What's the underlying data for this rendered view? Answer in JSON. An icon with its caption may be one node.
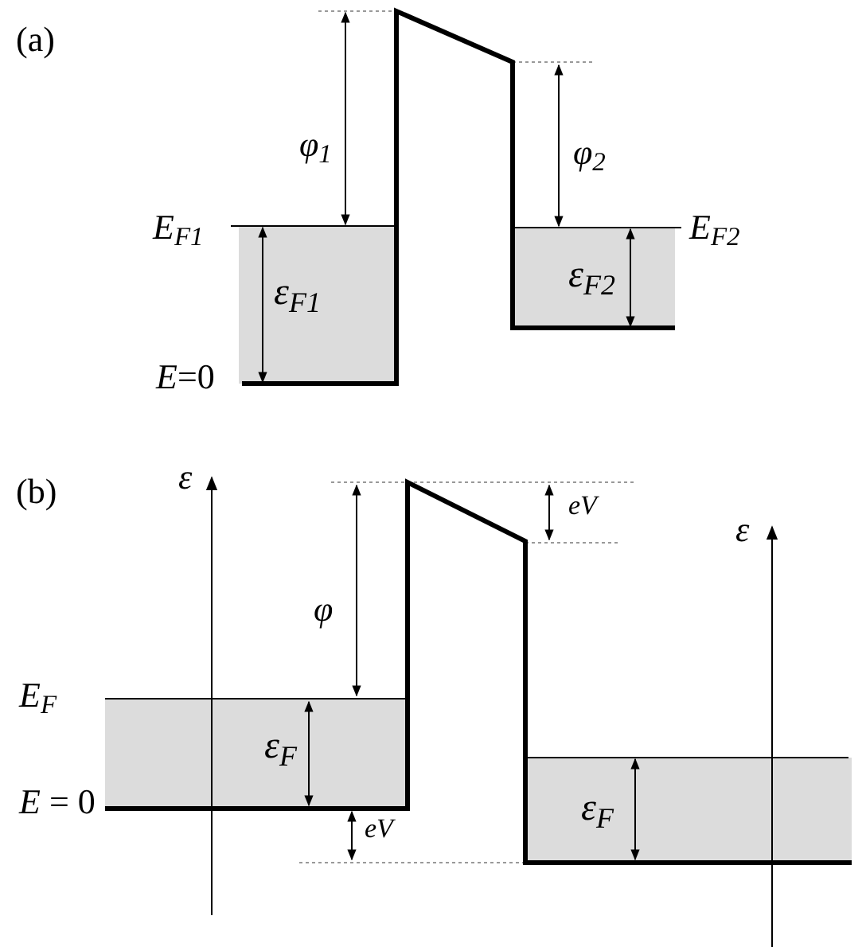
{
  "diagram": {
    "labels": [
      "(a)",
      "φ$_{1}$",
      "φ$_{2}$",
      "E$_{F1}$",
      "E$_{F2}$",
      "ε$_{F2}$",
      "ε$_{F1}$",
      "*E*=0",
      "(b)",
      "ε",
      "eV",
      "ε",
      "φ",
      "E$_{F}$",
      "ε$_{F}$",
      "*E* = 0",
      "ε$_{F}$",
      "eV"
    ]
  }
}
